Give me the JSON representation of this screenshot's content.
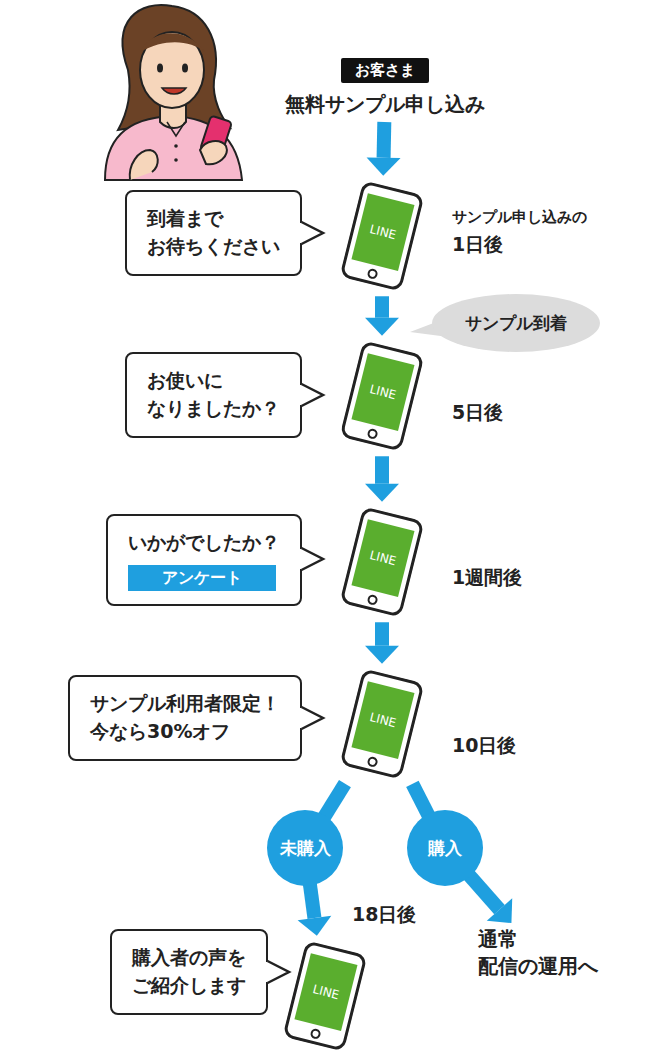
{
  "diagram": {
    "nodes": [
      {
        "text": [
          "お客さま",
          "無料サンプル申し込み"
        ]
      },
      {
        "text": [
          "到着まで お待ちください"
        ]
      },
      {
        "text": [
          "LINE"
        ]
      },
      {
        "text": [
          "サンプル到着"
        ]
      },
      {
        "text": [
          "お使いに なりましたか？"
        ]
      },
      {
        "text": [
          "LINE"
        ]
      },
      {
        "text": [
          "いかがでしたか？"
        ]
      },
      {
        "text": [
          "アンケート"
        ],
        "in": 6
      },
      {
        "text": [
          "LINE"
        ]
      },
      {
        "text": [
          "サンプル利用者限定！ 今なら30%オフ"
        ]
      },
      {
        "text": [
          "LINE"
        ]
      },
      {
        "text": [
          "未購入"
        ]
      },
      {
        "text": [
          "購入"
        ]
      },
      {
        "text": [
          "購入者の声を ご紹介します"
        ]
      },
      {
        "text": [
          "LINE"
        ]
      },
      {
        "text": [
          "通常 配信の運用へ"
        ]
      }
    ],
    "edges": [
      {
        "from": 0,
        "to": 2,
        "arrow": "to"
      },
      {
        "from": 2,
        "to": 5,
        "arrow": "to"
      },
      {
        "from": 5,
        "to": 8,
        "arrow": "to"
      },
      {
        "from": 8,
        "to": 10,
        "arrow": "to"
      },
      {
        "from": 10,
        "to": 11,
        "arrow": "none"
      },
      {
        "from": 11,
        "to": 14,
        "arrow": "to"
      },
      {
        "from": 10,
        "to": 12,
        "arrow": "none"
      },
      {
        "from": 12,
        "to": 15,
        "arrow": "to"
      }
    ],
    "labels": [
      "サンプル申し込みの",
      "1日後",
      "5日後",
      "1週間後",
      "10日後",
      "18日後"
    ]
  }
}
